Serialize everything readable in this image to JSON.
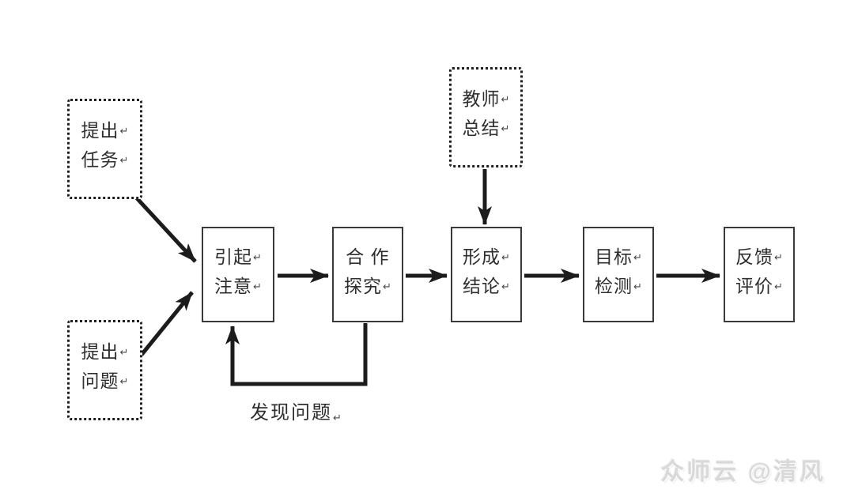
{
  "diagram": {
    "return_mark": "↵",
    "colors": {
      "background": "#ffffff",
      "arrow_line": "#1c1c1c",
      "solid_box_border": "#3a3a3a",
      "dotted_box_border": "#1f1f1f",
      "text": "#2e2e2e",
      "watermark": "#d9d9d9"
    },
    "dotted_nodes": [
      {
        "name": "propose-task",
        "line1": "提出",
        "line2": "任务"
      },
      {
        "name": "propose-question",
        "line1": "提出",
        "line2": "问题"
      },
      {
        "name": "teacher-summary",
        "line1": "教师",
        "line2": "总结"
      }
    ],
    "solid_nodes": [
      {
        "name": "attract-attention",
        "line1": "引起",
        "line2": "注意"
      },
      {
        "name": "cooperative-inquiry",
        "line1": "合 作",
        "line2": "探究"
      },
      {
        "name": "form-conclusion",
        "line1": "形成",
        "line2": "结论"
      },
      {
        "name": "goal-check",
        "line1": "目标",
        "line2": "检测"
      },
      {
        "name": "feedback-evaluation",
        "line1": "反馈",
        "line2": "评价"
      }
    ],
    "loop_label": "发现问题",
    "watermark": "众师云 @清风"
  }
}
